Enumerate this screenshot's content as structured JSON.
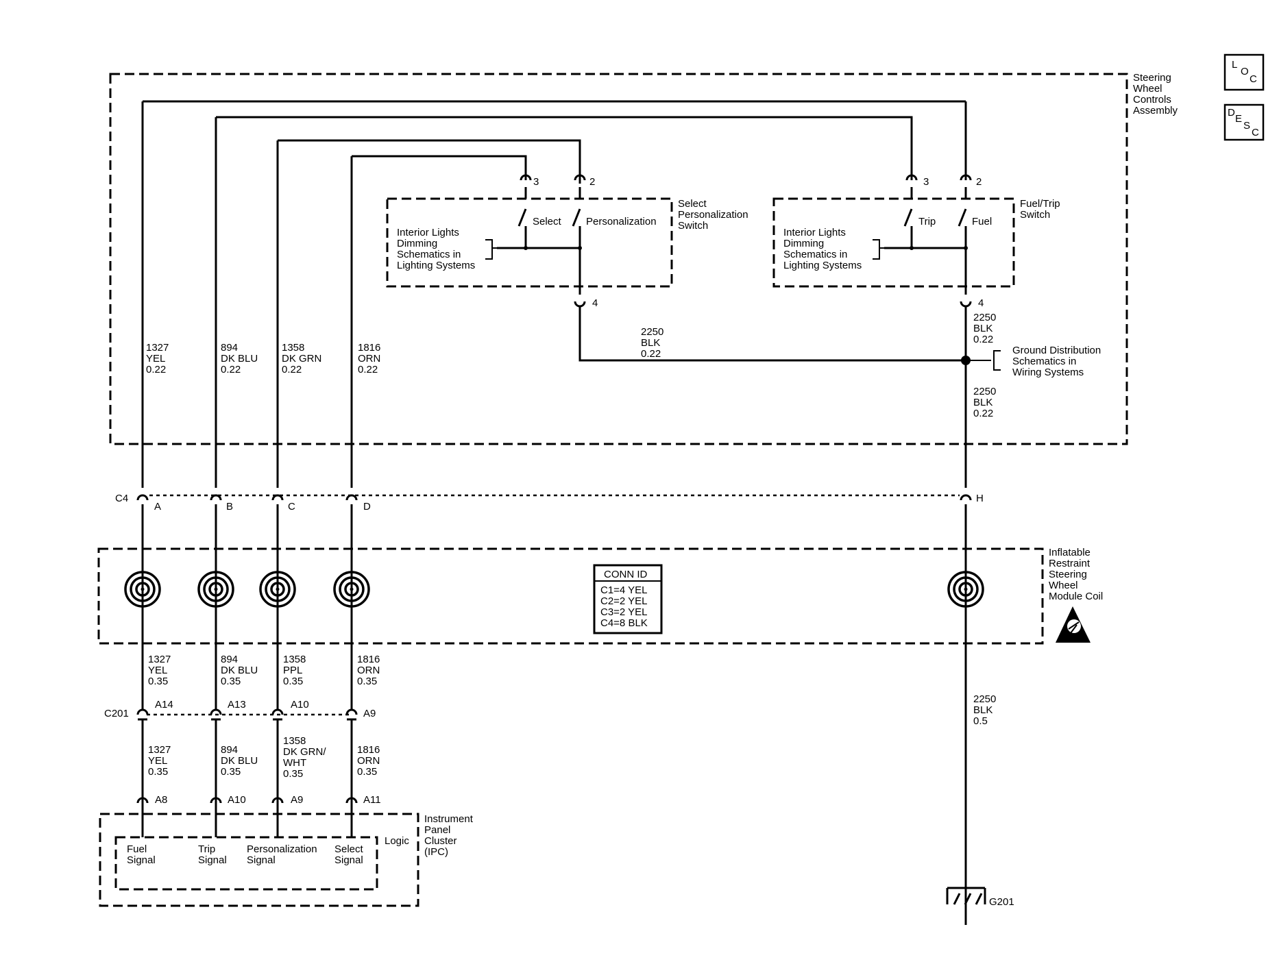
{
  "side_buttons": {
    "loc": [
      "L",
      "O",
      "C"
    ],
    "desc": [
      "D",
      "E",
      "S",
      "C"
    ]
  },
  "assemblies": {
    "steering_wheel_controls": [
      "Steering",
      "Wheel",
      "Controls",
      "Assembly"
    ],
    "select_personalization_switch": [
      "Select",
      "Personalization",
      "Switch"
    ],
    "fuel_trip_switch": [
      "Fuel/Trip",
      "Switch"
    ],
    "inflatable_restraint_coil": [
      "Inflatable",
      "Restraint",
      "Steering",
      "Wheel",
      "Module Coil"
    ],
    "instrument_panel_cluster": [
      "Instrument",
      "Panel",
      "Cluster",
      "(IPC)"
    ],
    "logic": "Logic"
  },
  "switches": {
    "select": "Select",
    "personalization": "Personalization",
    "trip": "Trip",
    "fuel": "Fuel"
  },
  "references": {
    "interior_lights_left": [
      "Interior Lights",
      "Dimming",
      "Schematics in",
      "Lighting Systems"
    ],
    "interior_lights_right": [
      "Interior Lights",
      "Dimming",
      "Schematics in",
      "Lighting Systems"
    ],
    "ground_distribution": [
      "Ground Distribution",
      "Schematics in",
      "Wiring Systems"
    ]
  },
  "pins": {
    "sel_3": "3",
    "sel_2": "2",
    "sel_4": "4",
    "fuel_3": "3",
    "fuel_2": "2",
    "fuel_4": "4"
  },
  "wires": {
    "yel_upper": [
      "1327",
      "YEL",
      "0.22"
    ],
    "dkblu_upper": [
      "894",
      "DK BLU",
      "0.22"
    ],
    "dkgrn_upper": [
      "1358",
      "DK GRN",
      "0.22"
    ],
    "orn_upper": [
      "1816",
      "ORN",
      "0.22"
    ],
    "blk_switch_ground": [
      "2250",
      "BLK",
      "0.22"
    ],
    "blk_fuel_pin4": [
      "2250",
      "BLK",
      "0.22"
    ],
    "blk_to_c4": [
      "2250",
      "BLK",
      "0.22"
    ],
    "yel_mid": [
      "1327",
      "YEL",
      "0.35"
    ],
    "dkblu_mid": [
      "894",
      "DK BLU",
      "0.35"
    ],
    "ppl_mid": [
      "1358",
      "PPL",
      "0.35"
    ],
    "orn_mid": [
      "1816",
      "ORN",
      "0.35"
    ],
    "yel_low": [
      "1327",
      "YEL",
      "0.35"
    ],
    "dkblu_low": [
      "894",
      "DK BLU",
      "0.35"
    ],
    "dkgrnwht_low": [
      "1358",
      "DK GRN/",
      "WHT",
      "0.35"
    ],
    "orn_low": [
      "1816",
      "ORN",
      "0.35"
    ],
    "blk_ground": [
      "2250",
      "BLK",
      "0.5"
    ]
  },
  "connectors": {
    "c4": {
      "name": "C4",
      "pins": [
        "A",
        "B",
        "C",
        "D",
        "H"
      ]
    },
    "c201": {
      "name": "C201",
      "pins": [
        "A14",
        "A13",
        "A10",
        "A9"
      ]
    },
    "ipc_pins": [
      "A8",
      "A10",
      "A9",
      "A11"
    ]
  },
  "conn_id": {
    "title": "CONN ID",
    "rows": [
      "C1=4 YEL",
      "C2=2 YEL",
      "C3=2 YEL",
      "C4=8 BLK"
    ]
  },
  "ipc_signals": {
    "fuel": [
      "Fuel",
      "Signal"
    ],
    "trip": [
      "Trip",
      "Signal"
    ],
    "personalization": [
      "Personalization",
      "Signal"
    ],
    "select": [
      "Select",
      "Signal"
    ]
  },
  "ground": "G201"
}
